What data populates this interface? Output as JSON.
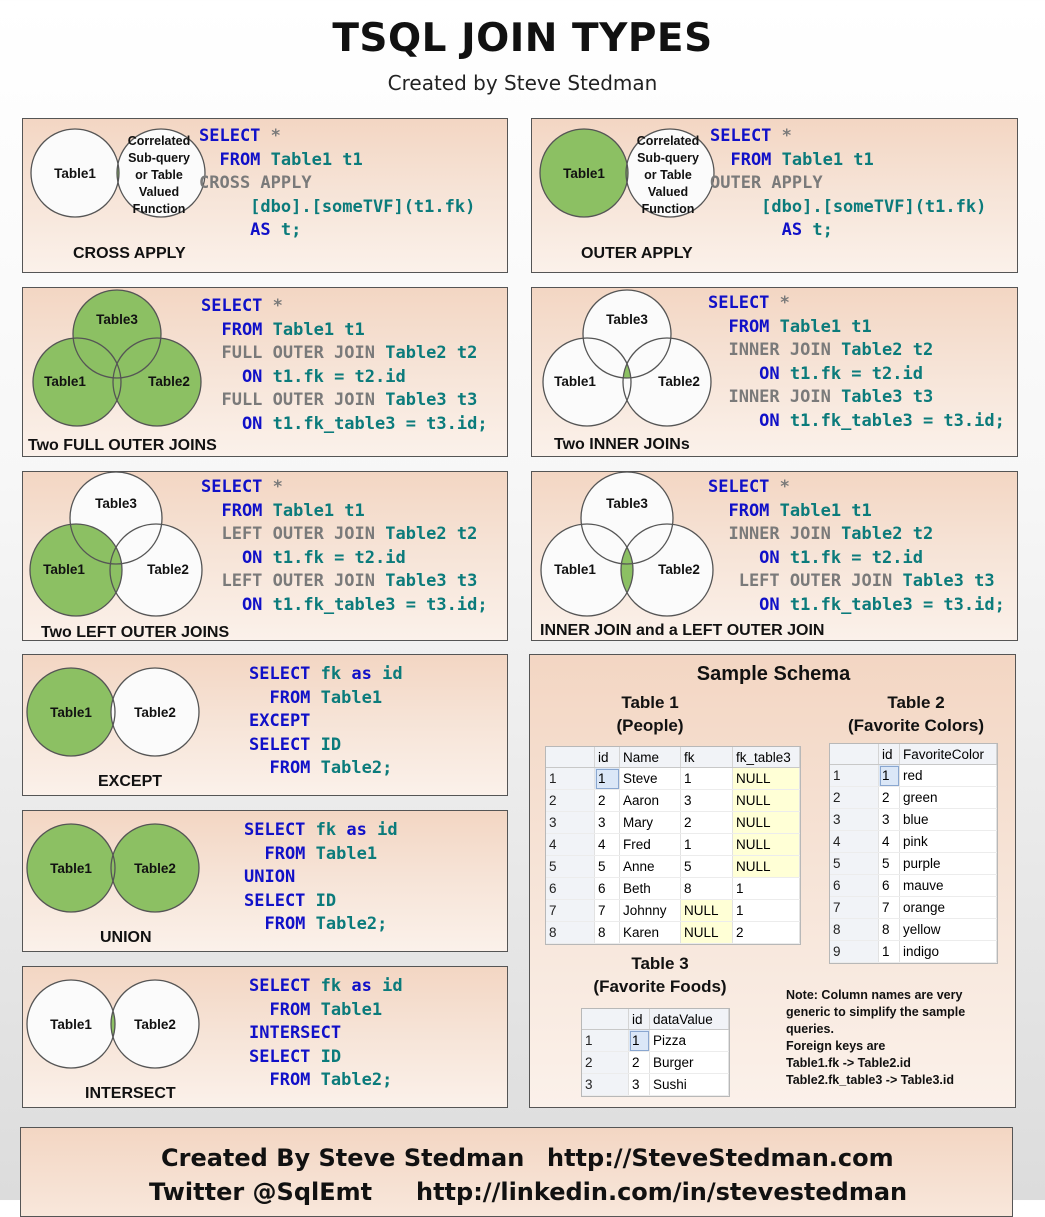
{
  "title": "TSQL JOIN TYPES",
  "subtitle": "Created by Steve Stedman",
  "venn_fill": "#8cc063",
  "venn_stroke": "#555555",
  "panels": {
    "cross_apply": {
      "caption": "CROSS APPLY",
      "label_left": "Table1",
      "label_right": [
        "Correlated",
        "Sub-query",
        "or Table",
        "Valued",
        "Function"
      ],
      "code": [
        [
          [
            "kw",
            "SELECT"
          ],
          [
            "gr",
            " *"
          ]
        ],
        [
          [
            "kw",
            "  FROM"
          ],
          [
            "tx",
            " Table1 t1"
          ]
        ],
        [
          [
            "gr",
            "CROSS APPLY"
          ]
        ],
        [
          [
            "tx",
            "     [dbo].[someTVF](t1.fk)"
          ]
        ],
        [
          [
            "kw",
            "     AS"
          ],
          [
            "tx",
            " t;"
          ]
        ]
      ]
    },
    "outer_apply": {
      "caption": "OUTER APPLY",
      "label_left": "Table1",
      "label_right": [
        "Correlated",
        "Sub-query",
        "or Table",
        "Valued",
        "Function"
      ],
      "code": [
        [
          [
            "kw",
            "SELECT"
          ],
          [
            "gr",
            " *"
          ]
        ],
        [
          [
            "kw",
            "  FROM"
          ],
          [
            "tx",
            " Table1 t1"
          ]
        ],
        [
          [
            "gr",
            "OUTER APPLY"
          ]
        ],
        [
          [
            "tx",
            "     [dbo].[someTVF](t1.fk)"
          ]
        ],
        [
          [
            "kw",
            "       AS"
          ],
          [
            "tx",
            " t;"
          ]
        ]
      ]
    },
    "full_outer": {
      "caption": "Two FULL OUTER JOINS",
      "labels": [
        "Table3",
        "Table1",
        "Table2"
      ],
      "code": [
        [
          [
            "kw",
            "SELECT"
          ],
          [
            "gr",
            " *"
          ]
        ],
        [
          [
            "kw",
            "  FROM"
          ],
          [
            "tx",
            " Table1 t1"
          ]
        ],
        [
          [
            "gr",
            "  FULL OUTER JOIN"
          ],
          [
            "tx",
            " Table2 t2"
          ]
        ],
        [
          [
            "kw",
            "    ON"
          ],
          [
            "tx",
            " t1.fk = t2.id"
          ]
        ],
        [
          [
            "gr",
            "  FULL OUTER JOIN"
          ],
          [
            "tx",
            " Table3 t3"
          ]
        ],
        [
          [
            "kw",
            "    ON"
          ],
          [
            "tx",
            " t1.fk_table3 = t3.id;"
          ]
        ]
      ]
    },
    "inner_joins": {
      "caption": "Two INNER JOINs",
      "labels": [
        "Table3",
        "Table1",
        "Table2"
      ],
      "code": [
        [
          [
            "kw",
            "SELECT"
          ],
          [
            "gr",
            " *"
          ]
        ],
        [
          [
            "kw",
            "  FROM"
          ],
          [
            "tx",
            " Table1 t1"
          ]
        ],
        [
          [
            "gr",
            "  INNER JOIN"
          ],
          [
            "tx",
            " Table2 t2"
          ]
        ],
        [
          [
            "kw",
            "     ON"
          ],
          [
            "tx",
            " t1.fk = t2.id"
          ]
        ],
        [
          [
            "gr",
            "  INNER JOIN"
          ],
          [
            "tx",
            " Table3 t3"
          ]
        ],
        [
          [
            "kw",
            "     ON"
          ],
          [
            "tx",
            " t1.fk_table3 = t3.id;"
          ]
        ]
      ]
    },
    "left_outer": {
      "caption": "Two LEFT OUTER JOINS",
      "labels": [
        "Table3",
        "Table1",
        "Table2"
      ],
      "code": [
        [
          [
            "kw",
            "SELECT"
          ],
          [
            "gr",
            " *"
          ]
        ],
        [
          [
            "kw",
            "  FROM"
          ],
          [
            "tx",
            " Table1 t1"
          ]
        ],
        [
          [
            "gr",
            "  LEFT OUTER JOIN"
          ],
          [
            "tx",
            " Table2 t2"
          ]
        ],
        [
          [
            "kw",
            "    ON"
          ],
          [
            "tx",
            " t1.fk = t2.id"
          ]
        ],
        [
          [
            "gr",
            "  LEFT OUTER JOIN"
          ],
          [
            "tx",
            " Table3 t3"
          ]
        ],
        [
          [
            "kw",
            "    ON"
          ],
          [
            "tx",
            " t1.fk_table3 = t3.id;"
          ]
        ]
      ]
    },
    "inner_left": {
      "caption": "INNER JOIN and a LEFT OUTER JOIN",
      "labels": [
        "Table3",
        "Table1",
        "Table2"
      ],
      "code": [
        [
          [
            "kw",
            "SELECT"
          ],
          [
            "gr",
            " *"
          ]
        ],
        [
          [
            "kw",
            "  FROM"
          ],
          [
            "tx",
            " Table1 t1"
          ]
        ],
        [
          [
            "gr",
            "  INNER JOIN"
          ],
          [
            "tx",
            " Table2 t2"
          ]
        ],
        [
          [
            "kw",
            "     ON"
          ],
          [
            "tx",
            " t1.fk = t2.id"
          ]
        ],
        [
          [
            "gr",
            "   LEFT OUTER JOIN"
          ],
          [
            "tx",
            " Table3 t3"
          ]
        ],
        [
          [
            "kw",
            "     ON"
          ],
          [
            "tx",
            " t1.fk_table3 = t3.id;"
          ]
        ]
      ]
    },
    "except": {
      "caption": "EXCEPT",
      "labels": [
        "Table1",
        "Table2"
      ],
      "code": [
        [
          [
            "kw",
            "SELECT"
          ],
          [
            "tx",
            " fk "
          ],
          [
            "kw",
            "as"
          ],
          [
            "tx",
            " id"
          ]
        ],
        [
          [
            "kw",
            "  FROM"
          ],
          [
            "tx",
            " Table1"
          ]
        ],
        [
          [
            "kw",
            "EXCEPT"
          ]
        ],
        [
          [
            "kw",
            "SELECT"
          ],
          [
            "tx",
            " ID"
          ]
        ],
        [
          [
            "kw",
            "  FROM"
          ],
          [
            "tx",
            " Table2;"
          ]
        ]
      ]
    },
    "union": {
      "caption": "UNION",
      "labels": [
        "Table1",
        "Table2"
      ],
      "code": [
        [
          [
            "kw",
            "SELECT"
          ],
          [
            "tx",
            " fk "
          ],
          [
            "kw",
            "as"
          ],
          [
            "tx",
            " id"
          ]
        ],
        [
          [
            "kw",
            "  FROM"
          ],
          [
            "tx",
            " Table1"
          ]
        ],
        [
          [
            "kw",
            "UNION"
          ]
        ],
        [
          [
            "kw",
            "SELECT"
          ],
          [
            "tx",
            " ID"
          ]
        ],
        [
          [
            "kw",
            "  FROM"
          ],
          [
            "tx",
            " Table2;"
          ]
        ]
      ]
    },
    "intersect": {
      "caption": "INTERSECT",
      "labels": [
        "Table1",
        "Table2"
      ],
      "code": [
        [
          [
            "kw",
            "SELECT"
          ],
          [
            "tx",
            " fk "
          ],
          [
            "kw",
            "as"
          ],
          [
            "tx",
            " id"
          ]
        ],
        [
          [
            "kw",
            "  FROM"
          ],
          [
            "tx",
            " Table1"
          ]
        ],
        [
          [
            "kw",
            "INTERSECT"
          ]
        ],
        [
          [
            "kw",
            "SELECT"
          ],
          [
            "tx",
            " ID"
          ]
        ],
        [
          [
            "kw",
            "  FROM"
          ],
          [
            "tx",
            " Table2;"
          ]
        ]
      ]
    }
  },
  "schema": {
    "title": "Sample Schema",
    "table1": {
      "title_line1": "Table 1",
      "title_line2": "(People)",
      "columns": [
        "",
        "id",
        "Name",
        "fk",
        "fk_table3"
      ],
      "rows": [
        [
          "1",
          "1",
          "Steve",
          "1",
          "NULL"
        ],
        [
          "2",
          "2",
          "Aaron",
          "3",
          "NULL"
        ],
        [
          "3",
          "3",
          "Mary",
          "2",
          "NULL"
        ],
        [
          "4",
          "4",
          "Fred",
          "1",
          "NULL"
        ],
        [
          "5",
          "5",
          "Anne",
          "5",
          "NULL"
        ],
        [
          "6",
          "6",
          "Beth",
          "8",
          "1"
        ],
        [
          "7",
          "7",
          "Johnny",
          "NULL",
          "1"
        ],
        [
          "8",
          "8",
          "Karen",
          "NULL",
          "2"
        ]
      ]
    },
    "table2": {
      "title_line1": "Table 2",
      "title_line2": "(Favorite Colors)",
      "columns": [
        "",
        "id",
        "FavoriteColor"
      ],
      "rows": [
        [
          "1",
          "1",
          "red"
        ],
        [
          "2",
          "2",
          "green"
        ],
        [
          "3",
          "3",
          "blue"
        ],
        [
          "4",
          "4",
          "pink"
        ],
        [
          "5",
          "5",
          "purple"
        ],
        [
          "6",
          "6",
          "mauve"
        ],
        [
          "7",
          "7",
          "orange"
        ],
        [
          "8",
          "8",
          "yellow"
        ],
        [
          "9",
          "1",
          "indigo"
        ]
      ]
    },
    "table3": {
      "title_line1": "Table 3",
      "title_line2": "(Favorite Foods)",
      "columns": [
        "",
        "id",
        "dataValue"
      ],
      "rows": [
        [
          "1",
          "1",
          "Pizza"
        ],
        [
          "2",
          "2",
          "Burger"
        ],
        [
          "3",
          "3",
          "Sushi"
        ]
      ]
    },
    "note": [
      "Note: Column names are very",
      "generic to simplify the sample",
      "queries.",
      "Foreign keys are",
      "Table1.fk -> Table2.id",
      "Table2.fk_table3 -> Table3.id"
    ]
  },
  "footer": {
    "created_by": "Created By Steve Stedman",
    "website": "http://SteveStedman.com",
    "twitter": "Twitter  @SqlEmt",
    "linkedin": "http://linkedin.com/in/stevestedman"
  }
}
